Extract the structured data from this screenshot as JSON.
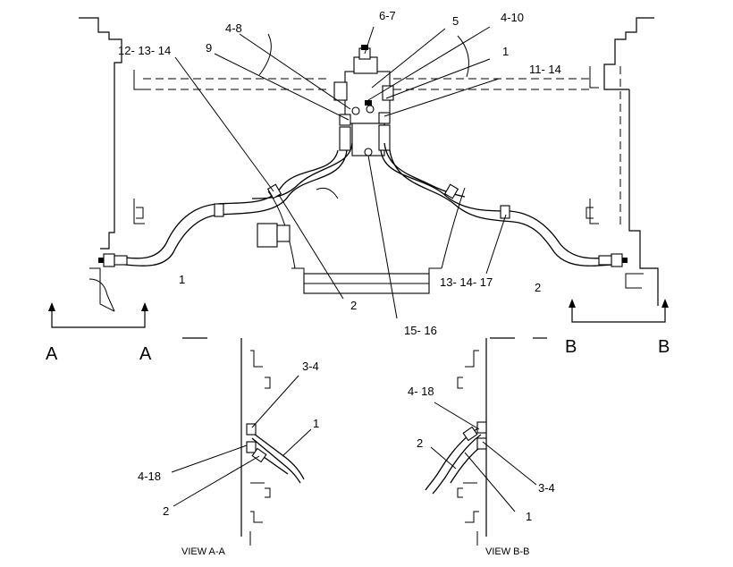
{
  "callouts": {
    "c_6_7": "6-7",
    "c_4_8": "4-8",
    "c_5": "5",
    "c_4_10": "4-10",
    "c_9": "9",
    "c_12_13_14": "12- 13- 14",
    "c_1_top": "1",
    "c_11_14": "11- 14",
    "c_1_left": "1",
    "c_2_center": "2",
    "c_15_16": "15- 16",
    "c_13_14_17": "13- 14- 17",
    "c_2_right": "2",
    "c_3_4_a": "3-4",
    "c_1_a": "1",
    "c_4_18_a": "4-18",
    "c_2_a": "2",
    "c_4_18_b": "4- 18",
    "c_2_b": "2",
    "c_3_4_b": "3-4",
    "c_1_b": "1"
  },
  "sections": {
    "a_left": "A",
    "a_right": "A",
    "b_left": "B",
    "b_right": "B"
  },
  "views": {
    "view_a": "VIEW A-A",
    "view_b": "VIEW B-B"
  }
}
